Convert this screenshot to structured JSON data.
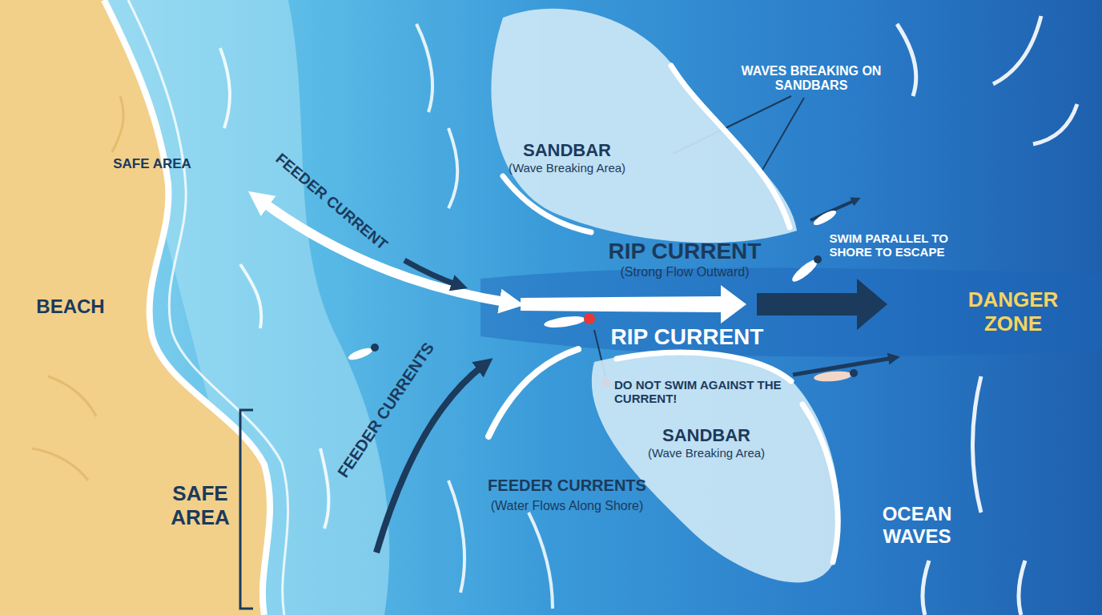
{
  "diagram": {
    "nodes": [
      {
        "text": [
          "SANDBAR",
          "(Wave Breaking Area)"
        ]
      },
      {
        "text": [
          "SANDBAR",
          "(Wave Breaking Area)"
        ]
      }
    ],
    "labels": [
      "SAFE AREA",
      "BEACH",
      "SAFE AREA",
      "FEEDER CURRENT",
      "FEEDER CURRENTS",
      "WAVES BREAKING ON SANDBARS",
      "RIP CURRENT",
      "(Strong Flow Outward)",
      "RIP CURRENT",
      "SWIM PARALLEL TO SHORE TO ESCAPE",
      "DO NOT SWIM AGAINST THE CURRENT!",
      "DANGER ZONE",
      "FEEDER CURRENTS",
      "(Water Flows Along Shore)",
      "OCEAN WAVES"
    ]
  }
}
